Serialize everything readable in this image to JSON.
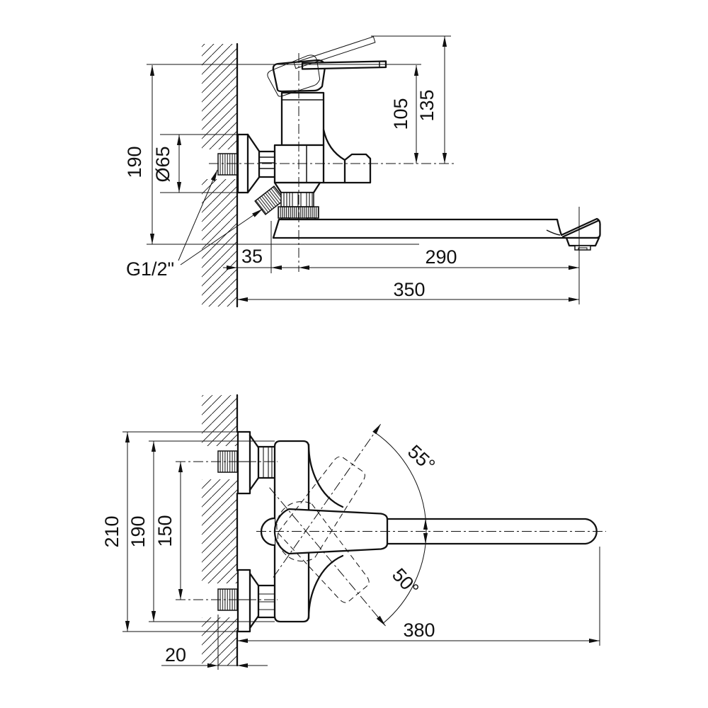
{
  "top_view": {
    "dim_overall_height": "190",
    "dim_flange_diameter": "Ø65",
    "dim_body_height": "105",
    "dim_lever_height": "135",
    "dim_wall_offset": "35",
    "dim_spout_reach": "290",
    "dim_overall_reach": "350",
    "thread_size_label": "G1/2\""
  },
  "bottom_view": {
    "dim_overall_width": "210",
    "dim_body_width": "190",
    "dim_centers_distance": "150",
    "dim_wall_inset": "20",
    "dim_overall_length": "380",
    "angle_swing_upper": "55°",
    "angle_swing_lower": "50°"
  },
  "colors": {
    "line_color": "#111111",
    "background": "#ffffff"
  }
}
